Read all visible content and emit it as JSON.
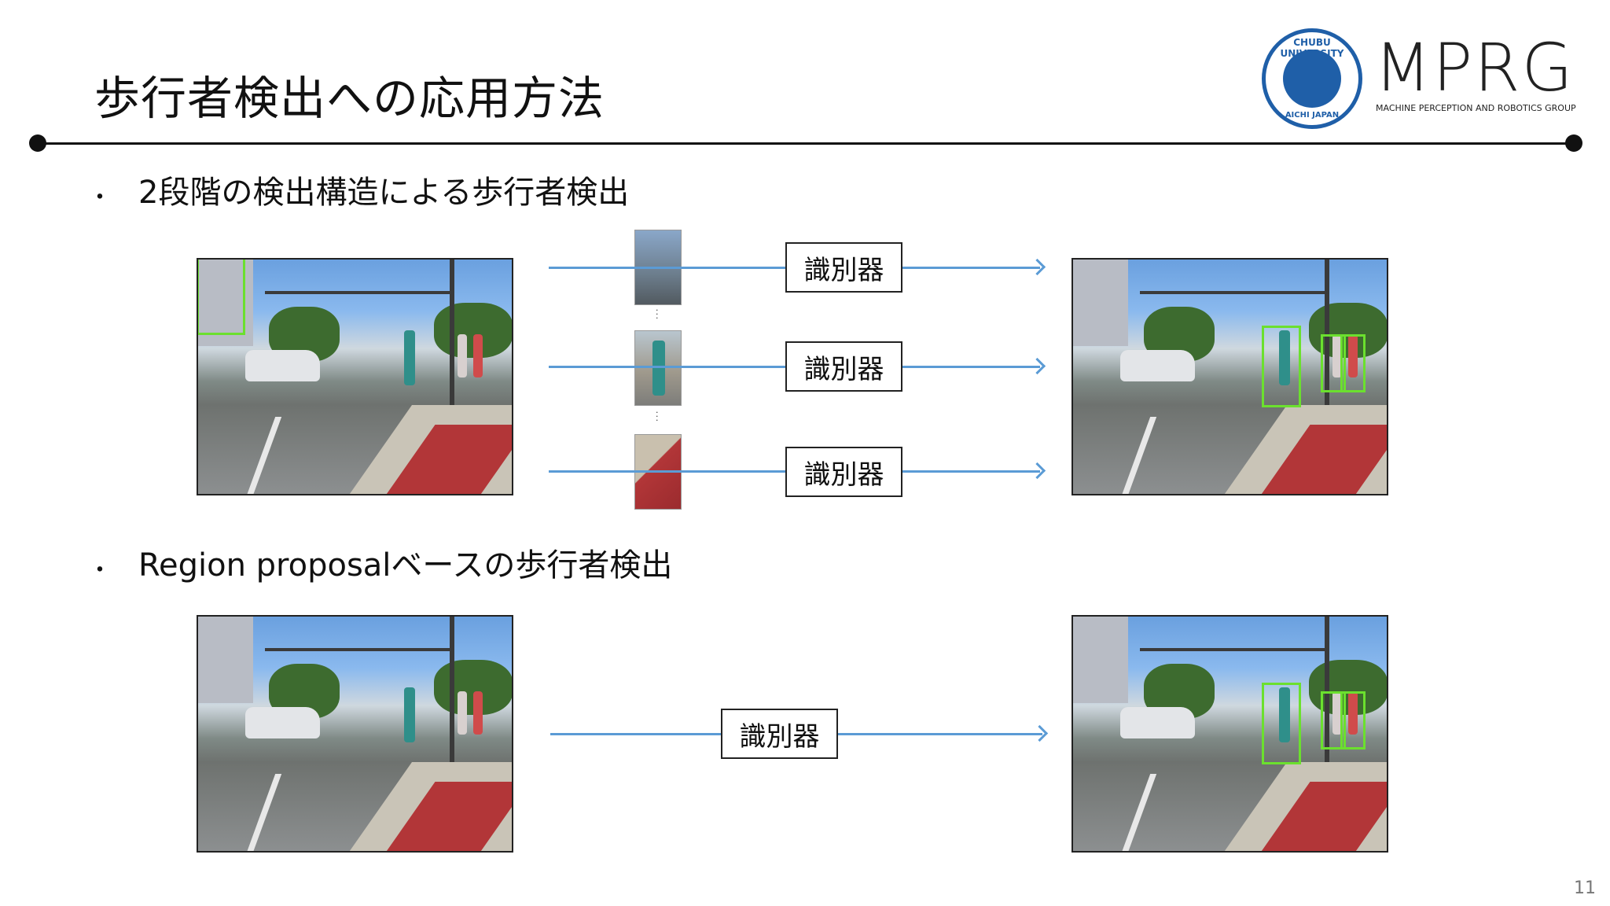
{
  "slide": {
    "title": "歩行者検出への応用方法",
    "page_number": "11"
  },
  "logo": {
    "seal_top_text": "CHUBU UNIVERSITY",
    "seal_bottom_text": "AICHI JAPAN",
    "brand": "MPRG",
    "brand_sub": "MACHINE PERCEPTION AND ROBOTICS GROUP"
  },
  "sections": [
    {
      "bullet": "・",
      "text": "2段階の検出構造による歩行者検出"
    },
    {
      "bullet": "・",
      "text": "Region proposalベースの歩行者検出"
    }
  ],
  "classifier_label": "識別器",
  "colors": {
    "arrow": "#5b9bd5",
    "detection_box": "#6be02e",
    "accent": "#1f5fa8"
  }
}
